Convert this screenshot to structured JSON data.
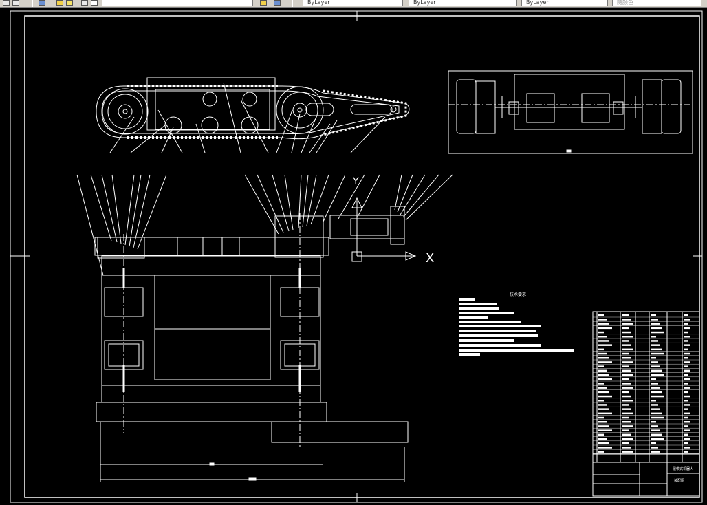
{
  "app": {
    "title": "CAD drawing viewer",
    "toolbar_items": [
      {
        "name": "save",
        "icon": "save-icon"
      },
      {
        "name": "view",
        "icon": "view-icon"
      },
      {
        "name": "layer",
        "icon": "layer-icon"
      },
      {
        "name": "sun",
        "icon": "sun-icon"
      },
      {
        "name": "bulb",
        "icon": "bulb-icon"
      }
    ],
    "combos": [
      {
        "label": "ByLayer",
        "id": "linetype"
      },
      {
        "label": "ByLayer",
        "id": "lineweight"
      },
      {
        "label": "ByLayer",
        "id": "plotstyle"
      },
      {
        "label": "随颜色",
        "id": "color"
      }
    ]
  },
  "colors": {
    "background": "#000000",
    "line": "#ffffff",
    "toolbar": "#d4d0c8"
  },
  "drawing": {
    "axis_label_x": "X",
    "axis_label_y": "Y",
    "tech_requirements_title": "技术要求",
    "title_block": {
      "drawing_name": "履带式机器人",
      "part_name": "装配图",
      "header_cols": [
        "序号",
        "名称",
        "数量",
        "材料",
        "备注"
      ]
    }
  }
}
